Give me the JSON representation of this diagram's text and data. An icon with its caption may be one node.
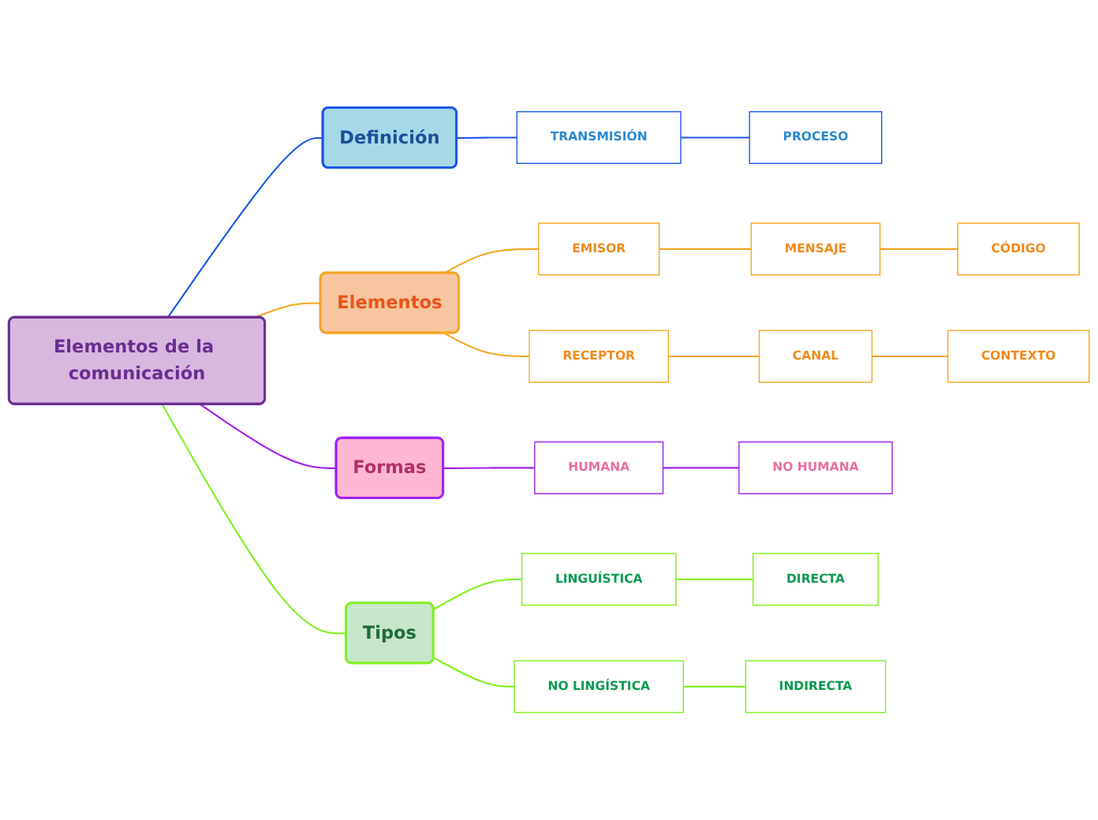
{
  "diagram": {
    "nodes": [
      {
        "text": [
          "Elementos de la comunicación"
        ]
      },
      {
        "text": [
          "Definición"
        ]
      },
      {
        "text": [
          "TRANSMISIÓN"
        ]
      },
      {
        "text": [
          "PROCESO"
        ]
      },
      {
        "text": [
          "Elementos"
        ]
      },
      {
        "text": [
          "EMISOR"
        ]
      },
      {
        "text": [
          "RECEPTOR"
        ]
      },
      {
        "text": [
          "MENSAJE"
        ]
      },
      {
        "text": [
          "CANAL"
        ]
      },
      {
        "text": [
          "CÓDIGO"
        ]
      },
      {
        "text": [
          "CONTEXTO"
        ]
      },
      {
        "text": [
          "Formas"
        ]
      },
      {
        "text": [
          "HUMANA"
        ]
      },
      {
        "text": [
          "NO HUMANA"
        ]
      },
      {
        "text": [
          "Tipos"
        ]
      },
      {
        "text": [
          "LINGUÍSTICA"
        ]
      },
      {
        "text": [
          "DIRECTA"
        ]
      },
      {
        "text": [
          "NO LINGÍSTICA"
        ]
      },
      {
        "text": [
          "INDIRECTA"
        ]
      }
    ],
    "edges": [
      {
        "from": 0,
        "to": 1,
        "arrow": "none",
        "color": "#1a56e8"
      },
      {
        "from": 1,
        "to": 2,
        "arrow": "none",
        "color": "#1a56e8"
      },
      {
        "from": 2,
        "to": 3,
        "arrow": "none",
        "color": "#1a56e8"
      },
      {
        "from": 0,
        "to": 4,
        "arrow": "none"
      },
      {
        "from": 4,
        "to": 5,
        "arrow": "none"
      },
      {
        "from": 4,
        "to": 6,
        "arrow": "none"
      },
      {
        "from": 5,
        "to": 7,
        "arrow": "none"
      },
      {
        "from": 6,
        "to": 8,
        "arrow": "none"
      },
      {
        "from": 7,
        "to": 9,
        "arrow": "none"
      },
      {
        "from": 8,
        "to": 10,
        "arrow": "none"
      },
      {
        "from": 0,
        "to": 11,
        "arrow": "none",
        "color": "#a020f0"
      },
      {
        "from": 11,
        "to": 12,
        "arrow": "none",
        "color": "#a020f0"
      },
      {
        "from": 12,
        "to": 13,
        "arrow": "none",
        "color": "#a020f0"
      },
      {
        "from": 0,
        "to": 14,
        "arrow": "none",
        "color": "#80f020"
      },
      {
        "from": 14,
        "to": 15,
        "arrow": "none",
        "color": "#80f020"
      },
      {
        "from": 15,
        "to": 16,
        "arrow": "none",
        "color": "#80f020"
      },
      {
        "from": 14,
        "to": 17,
        "arrow": "none",
        "color": "#80f020"
      },
      {
        "from": 17,
        "to": 18,
        "arrow": "none",
        "color": "#80f020"
      }
    ]
  }
}
